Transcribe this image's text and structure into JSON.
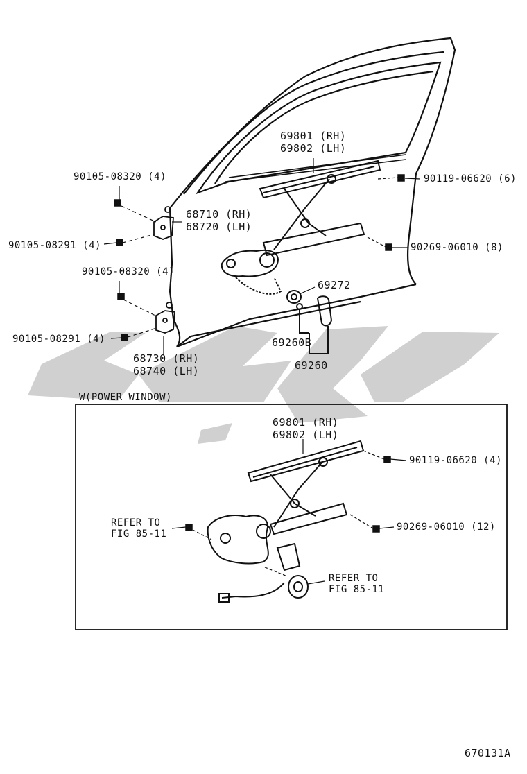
{
  "upper": {
    "regulator_rh": "69801 (RH)",
    "regulator_lh": "69802 (LH)",
    "bolt_top_left": "90105-08320 (4)",
    "bolt_mid_left": "90105-08291 (4)",
    "bolt_upper_hinge_lower": "90105-08320 (4)",
    "bolt_lower_left": "90105-08291 (4)",
    "hinge_upper_rh": "68710 (RH)",
    "hinge_upper_lh": "68720 (LH)",
    "hinge_lower_rh": "68730 (RH)",
    "hinge_lower_lh": "68740 (LH)",
    "bolt_right_top": "90119-06620 (6)",
    "bolt_right_mid": "90269-06010 (8)",
    "washer": "69272",
    "handle_clip": "69260B",
    "handle": "69260"
  },
  "lower": {
    "section_title": "W(POWER WINDOW)",
    "regulator_rh": "69801 (RH)",
    "regulator_lh": "69802 (LH)",
    "bolt_right_top": "90119-06620 (4)",
    "bolt_right_mid": "90269-06010 (12)",
    "refer_left_1": "REFER TO",
    "refer_left_2": "FIG 85-11",
    "refer_right_1": "REFER TO",
    "refer_right_2": "FIG 85-11"
  },
  "watermark": "watermark-logo",
  "diagram_code": "670131A"
}
